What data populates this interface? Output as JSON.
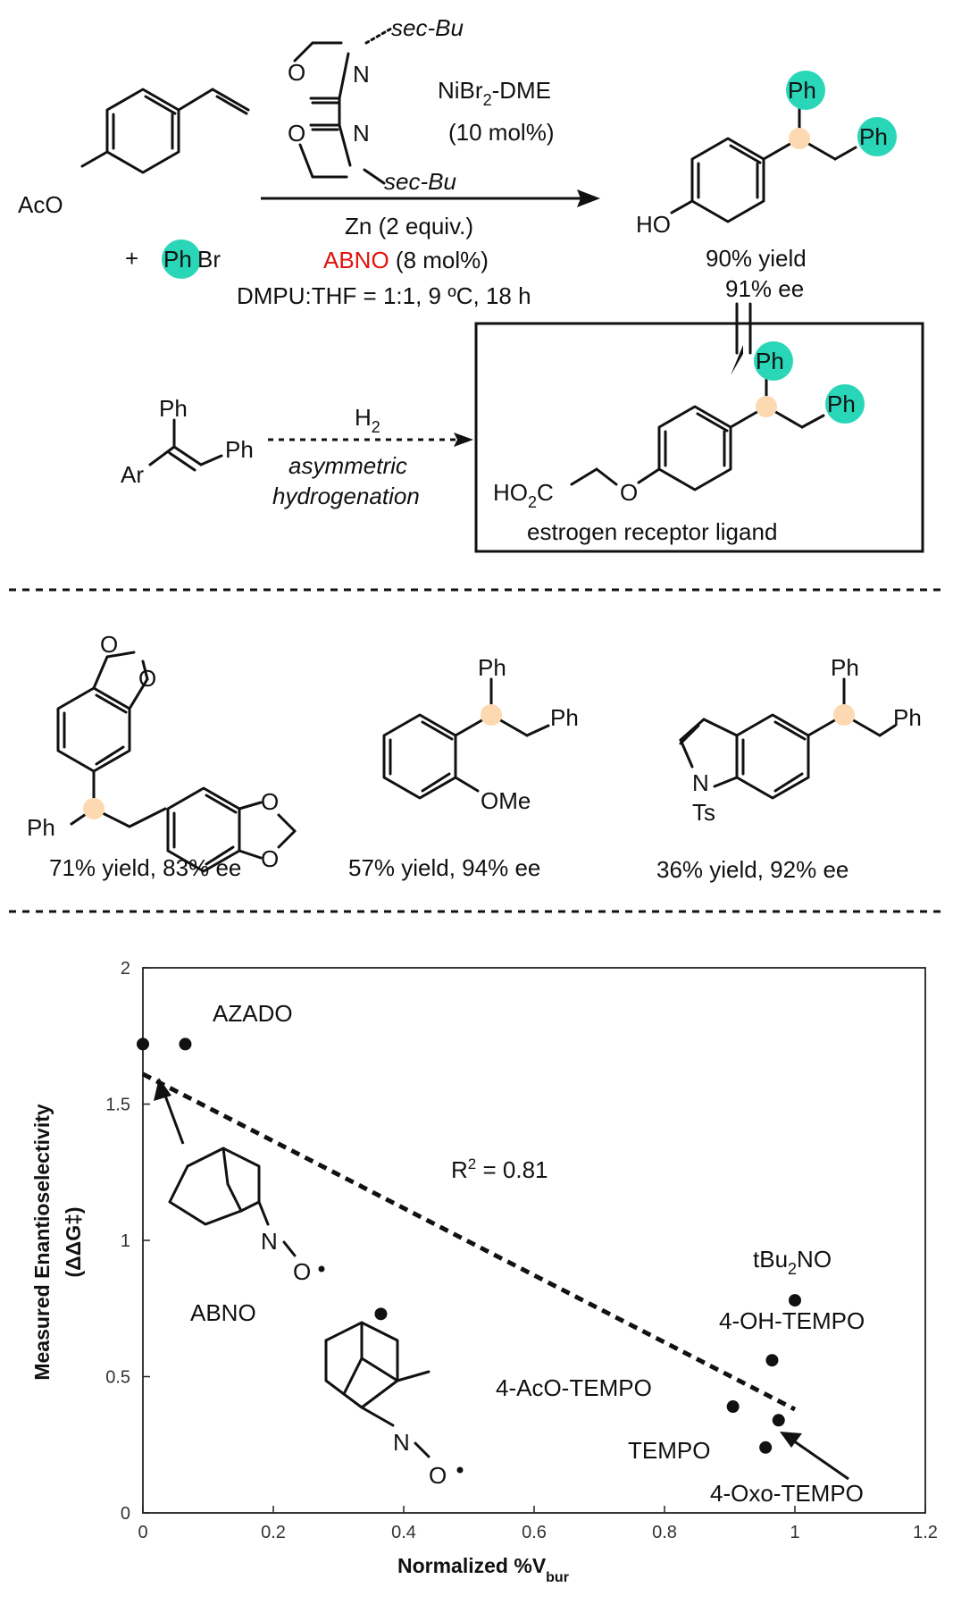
{
  "scheme": {
    "reactant_group": "AcO",
    "plus": "+",
    "ph_tag": "Ph",
    "aryl_halide_suffix": "Br",
    "ligand_substituent": "sec-Bu",
    "ligand_atom_o": "O",
    "ligand_atom_n": "N",
    "cond_catalyst_a": "NiBr",
    "cond_catalyst_sub": "2",
    "cond_catalyst_b": "-DME",
    "cond_loading": "(10 mol%)",
    "cond_reductant": "Zn (2 equiv.)",
    "cond_mediator": "ABNO",
    "cond_mediator_loading": " (8 mol%)",
    "cond_solvent": "DMPU:THF = 1:1, 9 ºC, 18 h",
    "product_ho": "HO",
    "product_yield": "90% yield",
    "product_ee": "91% ee",
    "alt_ar": "Ar",
    "alt_reagent": "H",
    "alt_reagent_sub": "2",
    "alt_method_1": "asymmetric",
    "alt_method_2": "hydrogenation",
    "target_acid_a": "HO",
    "target_acid_sub": "2",
    "target_acid_b": "C",
    "target_o": "O",
    "target_caption": "estrogen receptor ligand"
  },
  "examples": [
    {
      "result": "71% yield, 83% ee",
      "ph": "Ph",
      "ring_o": "O"
    },
    {
      "result": "57% yield, 94% ee",
      "ph": "Ph",
      "ome": "OMe"
    },
    {
      "result": "36% yield, 92% ee",
      "ph": "Ph",
      "n": "N",
      "ts": "Ts"
    }
  ],
  "chart_data": {
    "type": "scatter",
    "xlabel": "Normalized %V",
    "xlabel_sub": "bur",
    "ylabel": "Measured Enantioselectivity",
    "ylabel_2": "(ΔΔG‡)",
    "xlim": [
      0,
      1.2
    ],
    "ylim": [
      0,
      2
    ],
    "xticks": [
      "0",
      "0.2",
      "0.4",
      "0.6",
      "0.8",
      "1",
      "1.2"
    ],
    "yticks": [
      "0",
      "0.5",
      "1",
      "1.5",
      "2"
    ],
    "points": [
      {
        "x": 0.0,
        "y": 1.72,
        "label": "ABNO"
      },
      {
        "x": 0.065,
        "y": 1.72,
        "label": "AZADO"
      },
      {
        "x": 0.365,
        "y": 0.73,
        "label": ""
      },
      {
        "x": 0.905,
        "y": 0.39,
        "label": "4-AcO-TEMPO"
      },
      {
        "x": 0.955,
        "y": 0.24,
        "label": "TEMPO"
      },
      {
        "x": 0.965,
        "y": 0.56,
        "label": "4-OH-TEMPO"
      },
      {
        "x": 0.975,
        "y": 0.34,
        "label": "4-Oxo-TEMPO"
      },
      {
        "x": 1.0,
        "y": 0.78,
        "label": "tBu2NO"
      }
    ],
    "fit": {
      "x": [
        0,
        1.0
      ],
      "y": [
        1.61,
        0.38
      ],
      "r2_text_a": "R",
      "r2_sup": "2",
      "r2_text_b": " = 0.81"
    },
    "grid": false,
    "legend": false,
    "structure_labels": {
      "o": "O",
      "n": "N"
    }
  }
}
